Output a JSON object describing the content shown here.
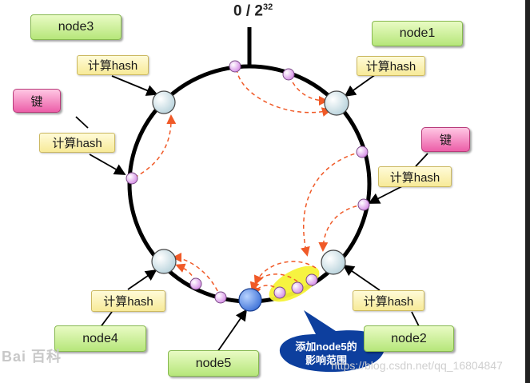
{
  "ring_label": {
    "base": "0 / 2",
    "exponent": "32"
  },
  "nodes": {
    "node1": "node1",
    "node2": "node2",
    "node3": "node3",
    "node4": "node4",
    "node5": "node5"
  },
  "hash_label": "计算hash",
  "key_label": "键",
  "callout": {
    "line1": "添加node5的",
    "line2": "影响范围"
  },
  "watermark": {
    "left": "Bai 百科",
    "right": "https://blog.csdn.net/qq_16804847"
  },
  "colors": {
    "ring": "#000000",
    "arrow": "#f05a28",
    "callout_fill": "#0d3f9e",
    "callout_highlight": "#f5f236",
    "node_green": "#b6e67a",
    "hash_yellow": "#f7ea98",
    "key_pink": "#ec5ea8",
    "server_node": "#d3e4ea",
    "new_server_node": "#5c8ee6",
    "data_point": "#e1a7ee"
  }
}
